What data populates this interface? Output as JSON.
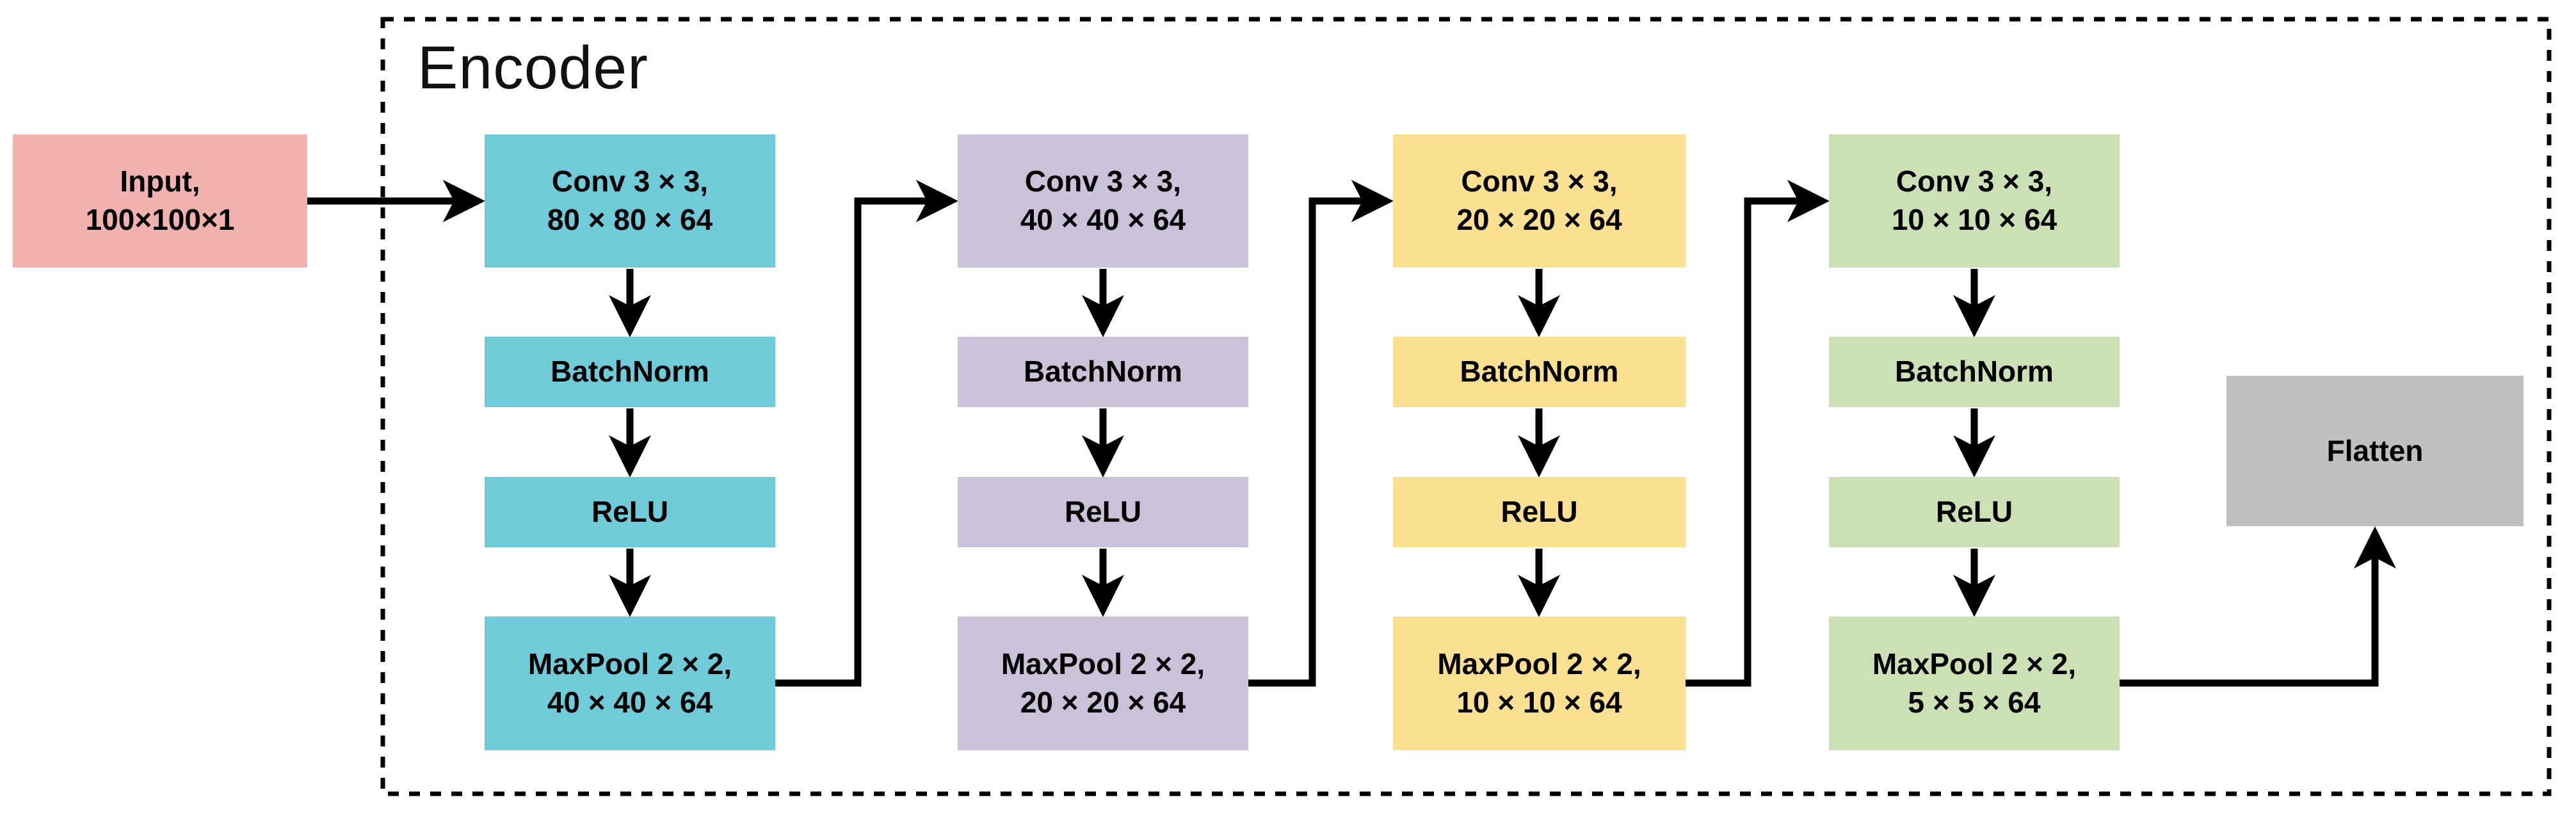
{
  "diagram": {
    "encoder_label": "Encoder",
    "arrow_color": "#000000",
    "input_box": {
      "line1": "Input,",
      "line2": "100×100×1",
      "color": "#F1B2AF"
    },
    "flatten_box": {
      "label": "Flatten",
      "color": "#BFBFBF"
    },
    "columns": [
      {
        "color": "#6FCBD8",
        "conv_line1": "Conv 3 × 3,",
        "conv_line2": "80 × 80 × 64",
        "batchnorm": "BatchNorm",
        "relu": "ReLU",
        "pool_line1": "MaxPool 2 × 2,",
        "pool_line2": "40 × 40 × 64"
      },
      {
        "color": "#CBC2D9",
        "conv_line1": "Conv 3 × 3,",
        "conv_line2": "40 × 40 × 64",
        "batchnorm": "BatchNorm",
        "relu": "ReLU",
        "pool_line1": "MaxPool 2 × 2,",
        "pool_line2": "20 × 20 × 64"
      },
      {
        "color": "#FCE091",
        "conv_line1": "Conv 3 × 3,",
        "conv_line2": "20 × 20 × 64",
        "batchnorm": "BatchNorm",
        "relu": "ReLU",
        "pool_line1": "MaxPool 2 × 2,",
        "pool_line2": "10 × 10 × 64"
      },
      {
        "color": "#CCE0B5",
        "conv_line1": "Conv 3 × 3,",
        "conv_line2": "10 × 10 × 64",
        "batchnorm": "BatchNorm",
        "relu": "ReLU",
        "pool_line1": "MaxPool 2 × 2,",
        "pool_line2": "5 × 5 × 64"
      }
    ]
  }
}
